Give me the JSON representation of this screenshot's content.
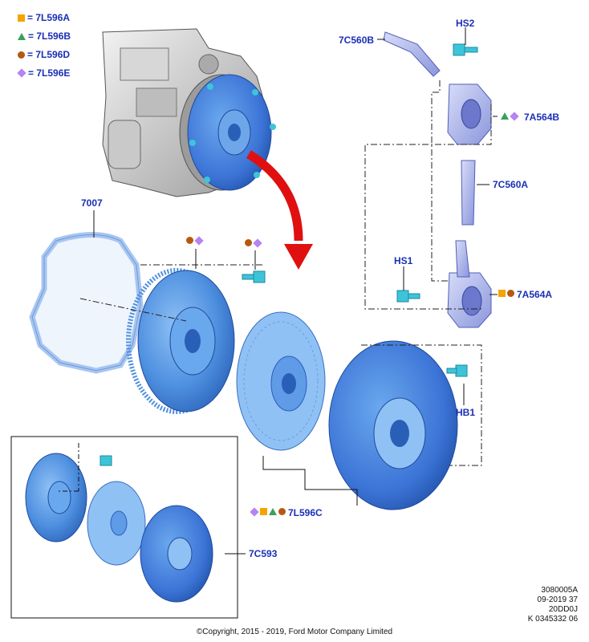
{
  "legend": [
    {
      "symbol": "square",
      "color": "#f5a300",
      "text": "= 7L596A"
    },
    {
      "symbol": "triangle",
      "color": "#39a15a",
      "text": "= 7L596B"
    },
    {
      "symbol": "circle",
      "color": "#b45a10",
      "text": "= 7L596D"
    },
    {
      "symbol": "diamond",
      "color": "#b583f2",
      "text": "= 7L596E"
    }
  ],
  "callouts": {
    "c7C560B": "7C560B",
    "cHS2": "HS2",
    "c7A564B": "7A564B",
    "c7C560A": "7C560A",
    "cHS1": "HS1",
    "c7A564A": "7A564A",
    "c7007": "7007",
    "cHB1": "HB1",
    "c7L596C": "7L596C",
    "c7C593": "7C593"
  },
  "info": {
    "line1": "3080005A",
    "line2": "09-2019 37",
    "line3": "20DD0J",
    "line4": "K 0345332 06"
  },
  "copyright": "©Copyright, 2015 - 2019, Ford Motor Company Limited",
  "colors": {
    "label": "#1a2fb5",
    "part_blue": "#4f90e0",
    "part_light": "#8fc1f5",
    "lavender": "#9aa6e8",
    "arrow": "#e01010",
    "bolt": "#3ec4d8"
  }
}
